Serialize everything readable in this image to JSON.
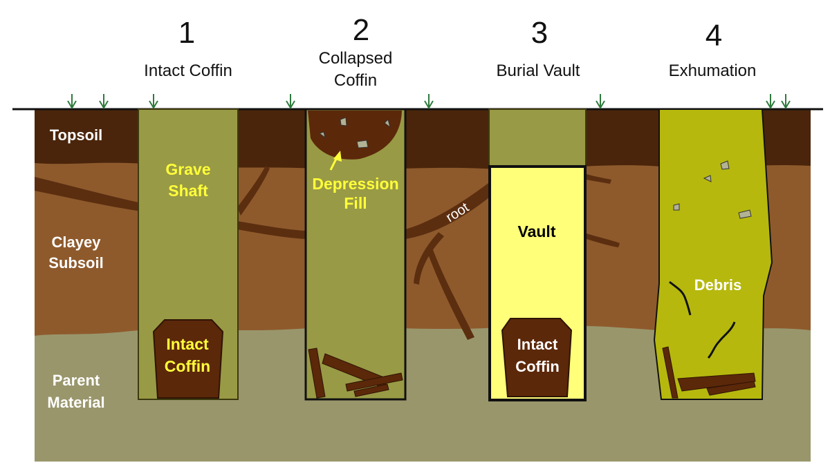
{
  "colors": {
    "topsoil": "#4a250b",
    "subsoil": "#8e5a2c",
    "parent_material": "#99966c",
    "grave_fill": "#999a45",
    "coffin": "#5c280a",
    "vault": "#ffff7a",
    "debris_fill": "#b6b80e",
    "label_yellow": "#ffff3a",
    "arrow_green": "#2e7a3c"
  },
  "columns": [
    {
      "number": "1",
      "title": "Intact Coffin"
    },
    {
      "number": "2",
      "title": "Collapsed Coffin"
    },
    {
      "number": "3",
      "title": "Burial Vault"
    },
    {
      "number": "4",
      "title": "Exhumation"
    }
  ],
  "layers": {
    "topsoil": "Topsoil",
    "subsoil_line1": "Clayey",
    "subsoil_line2": "Subsoil",
    "parent_line1": "Parent",
    "parent_line2": "Material"
  },
  "labels": {
    "grave_shaft_line1": "Grave",
    "grave_shaft_line2": "Shaft",
    "intact_coffin_line1": "Intact",
    "intact_coffin_line2": "Coffin",
    "depression_fill_line1": "Depression",
    "depression_fill_line2": "Fill",
    "root": "root",
    "vault": "Vault",
    "debris": "Debris"
  },
  "icons": [
    "water-arrow-icon"
  ]
}
